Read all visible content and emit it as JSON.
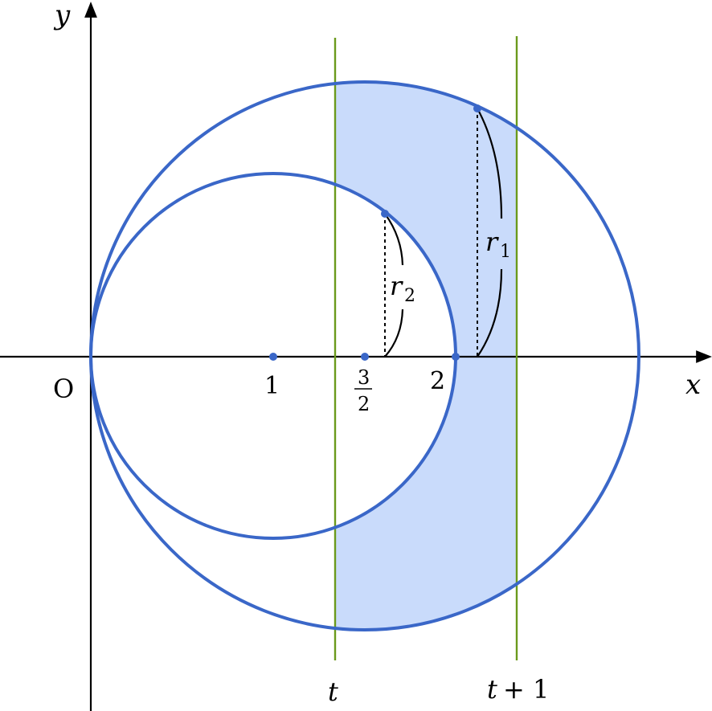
{
  "labels": {
    "y_axis": "y",
    "x_axis": "x",
    "origin": "O",
    "tick_1": "1",
    "tick_frac_num": "3",
    "tick_frac_den": "2",
    "tick_2": "2",
    "line_t": "t",
    "line_t1_t": "t",
    "line_t1_plus": "+ 1",
    "r1_base": "r",
    "r1_sub": "1",
    "r2_base": "r",
    "r2_sub": "2"
  },
  "geometry_units": {
    "small_circle": {
      "center": [
        1,
        0
      ],
      "radius": 1
    },
    "large_circle": {
      "center": [
        1.5,
        0
      ],
      "radius": 1.5
    },
    "vertical_lines": [
      "t",
      "t + 1"
    ],
    "marked_points_on_axis": [
      1,
      1.5,
      2
    ]
  },
  "colors": {
    "circle": "#3a67c8",
    "shade": "#c9dbfb",
    "vline": "#6b9a1c",
    "axis": "#000000"
  }
}
